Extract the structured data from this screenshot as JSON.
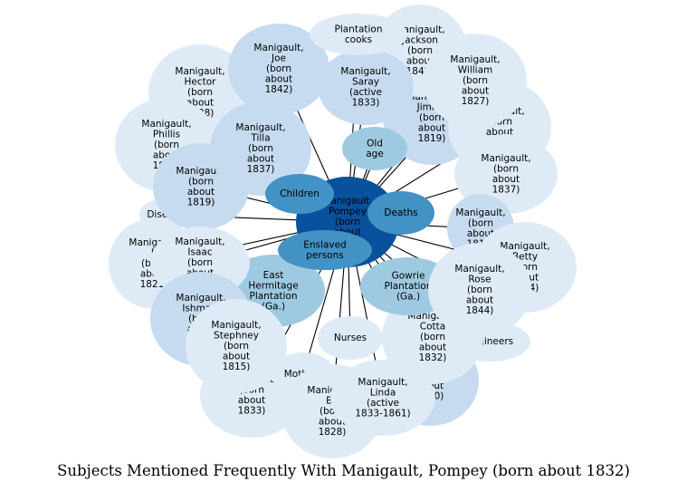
{
  "caption": "Subjects Mentioned Frequently With Manigault, Pompey (born about 1832)",
  "colors": {
    "center": "#08519c",
    "mid": "#4292c6",
    "light": "#9ecae1",
    "pale": "#c6dbef",
    "palest": "#deebf7",
    "edge": "#000000"
  },
  "center_node": {
    "label": "Manigault,\nPompey\n(born\nabout\n1832)",
    "tone": "center"
  },
  "nodes": [
    {
      "id": "hector",
      "label": "Manigault,\nHector\n(born\nabout\n1828)",
      "tone": "palest"
    },
    {
      "id": "joe",
      "label": "Manigault,\nJoe\n(born\nabout\n1842)",
      "tone": "pale"
    },
    {
      "id": "plantation_cooks",
      "label": "Plantation\ncooks",
      "tone": "palest"
    },
    {
      "id": "jackson",
      "label": "Manigault,\nJackson\n(born\nabout\n1843)",
      "tone": "palest"
    },
    {
      "id": "william",
      "label": "Manigault,\nWilliam\n(born\nabout\n1827)",
      "tone": "palest"
    },
    {
      "id": "saray",
      "label": "Manigault,\nSaray\n(active\n1833)",
      "tone": "pale"
    },
    {
      "id": "jimmy",
      "label": "Manigault,\nJimmy\n(born\nabout\n1819)",
      "tone": "pale"
    },
    {
      "id": "right_1839",
      "label": "Manigault,\n(born\nabout\n1839)",
      "tone": "palest"
    },
    {
      "id": "old_age",
      "label": "Old\nage",
      "tone": "light"
    },
    {
      "id": "phillis",
      "label": "Manigault,\nPhillis\n(born\nabout\n1824)",
      "tone": "palest"
    },
    {
      "id": "tilla",
      "label": "Manigault,\nTilla\n(born\nabout\n1837)",
      "tone": "pale"
    },
    {
      "id": "left_1819",
      "label": "Manigault,\n(born\nabout\n1819)",
      "tone": "pale"
    },
    {
      "id": "right_1837",
      "label": "Manigault,\n(born\nabout\n1837)",
      "tone": "palest"
    },
    {
      "id": "children",
      "label": "Children",
      "tone": "mid"
    },
    {
      "id": "deaths",
      "label": "Deaths",
      "tone": "mid"
    },
    {
      "id": "right_1815",
      "label": "Manigault,\n(born\nabout\n1815)",
      "tone": "pale"
    },
    {
      "id": "betty",
      "label": "Manigault,\nBetty\n(born\nabout\n1814)",
      "tone": "palest"
    },
    {
      "id": "disease",
      "label": "Disease",
      "tone": "palest"
    },
    {
      "id": "enslaved_persons",
      "label": "Enslaved\npersons",
      "tone": "mid"
    },
    {
      "id": "left_far",
      "label": "Manigault,\nP\n(born\nabout\n1821)",
      "tone": "palest"
    },
    {
      "id": "isaac",
      "label": "Manigault,\nIsaac\n(born\nabout\n1816)",
      "tone": "palest"
    },
    {
      "id": "east_hermitage",
      "label": "East\nHermitage\nPlantation\n(Ga.)",
      "tone": "light"
    },
    {
      "id": "gowrie",
      "label": "Gowrie\nPlantation\n(Ga.)",
      "tone": "light"
    },
    {
      "id": "rose",
      "label": "Manigault,\nRose\n(born\nabout\n1844)",
      "tone": "palest"
    },
    {
      "id": "ishmael",
      "label": "Manigault,\nIshmael\n(born\nabout\n1825)",
      "tone": "pale"
    },
    {
      "id": "stephney",
      "label": "Manigault,\nStephney\n(born\nabout\n1815)",
      "tone": "palest"
    },
    {
      "id": "nurses",
      "label": "Nurses",
      "tone": "palest"
    },
    {
      "id": "cotta",
      "label": "Manigault,\nCotta\n(born\nabout\n1832)",
      "tone": "palest"
    },
    {
      "id": "engineers",
      "label": "Engineers",
      "tone": "palest"
    },
    {
      "id": "mothers",
      "label": "Mothers",
      "tone": "palest"
    },
    {
      "id": "bottom_1833",
      "label": "Manigault,\n(born\nabout\n1833)",
      "tone": "palest"
    },
    {
      "id": "right_bottom_1830",
      "label": "Manigault,\n(born\nabout\n1830)",
      "tone": "pale"
    },
    {
      "id": "be_1828",
      "label": "Manigault,\nBe\n(born\nabout\n1828)",
      "tone": "palest"
    },
    {
      "id": "linda",
      "label": "Manigault,\nLinda\n(active\n1833-1861)",
      "tone": "palest"
    }
  ]
}
